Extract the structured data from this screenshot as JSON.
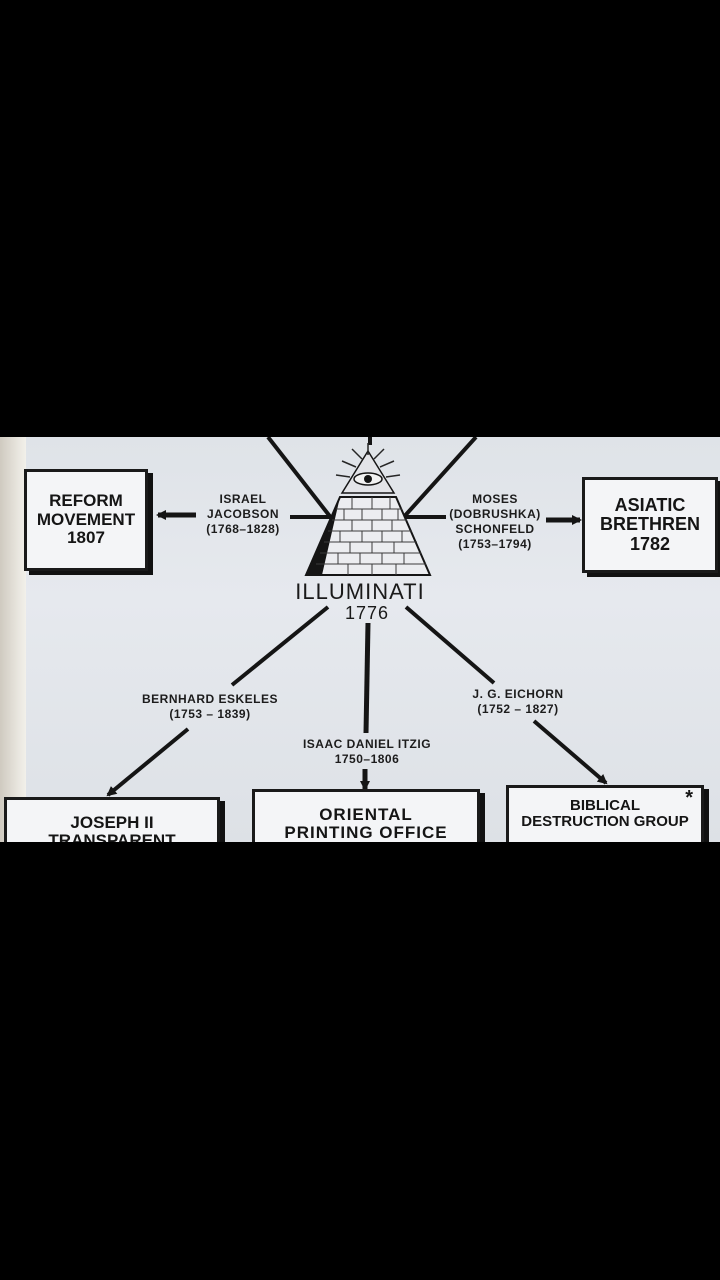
{
  "center": {
    "title": "ILLUMINATI",
    "year": "1776"
  },
  "boxes": {
    "reform": {
      "line1": "REFORM",
      "line2": "MOVEMENT",
      "line3": "1807"
    },
    "asiatic": {
      "line1": "ASIATIC",
      "line2": "BRETHREN",
      "line3": "1782"
    },
    "joseph": {
      "line1": "JOSEPH II",
      "line2": "TRANSPARENT"
    },
    "oriental": {
      "line1": "ORIENTAL",
      "line2": "PRINTING OFFICE"
    },
    "biblical": {
      "line1": "BIBLICAL",
      "line2": "DESTRUCTION GROUP",
      "mark": "*"
    }
  },
  "connectors": {
    "jacobson": {
      "line1": "ISRAEL",
      "line2": "JACOBSON",
      "line3": "(1768–1828)"
    },
    "moses": {
      "line1": "MOSES",
      "line2": "(DOBRUSHKA)",
      "line3": "SCHONFELD",
      "line4": "(1753–1794)"
    },
    "eskeles": {
      "line1": "BERNHARD ESKELES",
      "line2": "(1753 – 1839)"
    },
    "itzig": {
      "line1": "ISAAC DANIEL ITZIG",
      "line2": "1750–1806"
    },
    "eichorn": {
      "line1": "J. G. EICHORN",
      "line2": "(1752 – 1827)"
    }
  }
}
